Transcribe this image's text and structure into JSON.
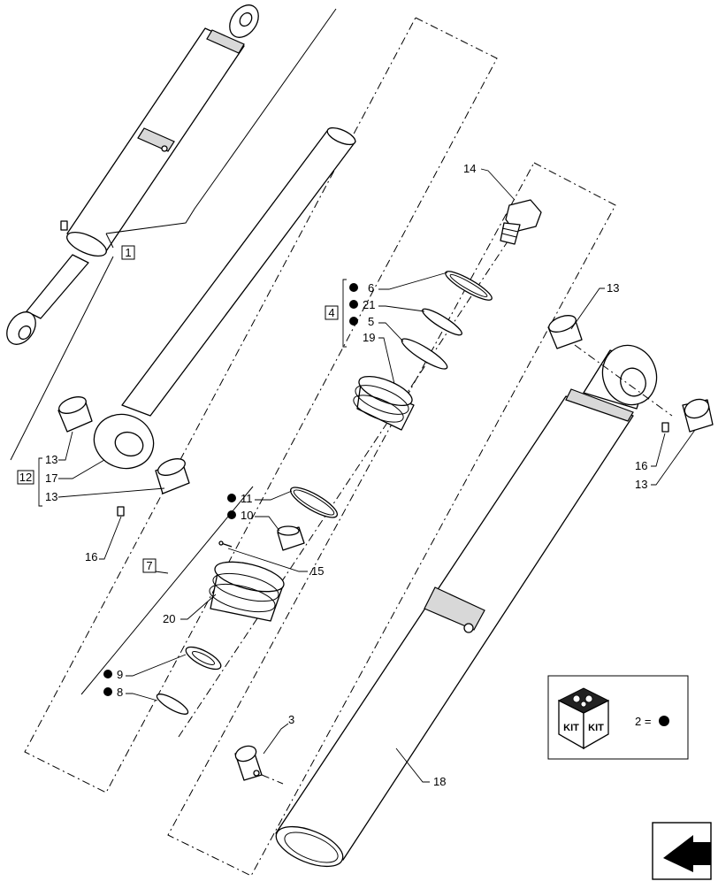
{
  "callouts": {
    "c1": "1",
    "c3": "3",
    "c4": "4",
    "c5": "5",
    "c6": "6",
    "c7": "7",
    "c8": "8",
    "c9": "9",
    "c10": "10",
    "c11": "11",
    "c12": "12",
    "c13a": "13",
    "c13b": "13",
    "c13c": "13",
    "c13d": "13",
    "c14": "14",
    "c15": "15",
    "c16a": "16",
    "c16b": "16",
    "c17": "17",
    "c18": "18",
    "c19": "19",
    "c20": "20",
    "c21": "21"
  },
  "legend": {
    "kit_word_left": "KIT",
    "kit_word_right": "KIT",
    "equation": "2 ="
  },
  "icons": {
    "kit_box": "kit-box-icon",
    "kit_marker": "filled-dot-icon",
    "navigation": "exit-arrow-icon"
  }
}
